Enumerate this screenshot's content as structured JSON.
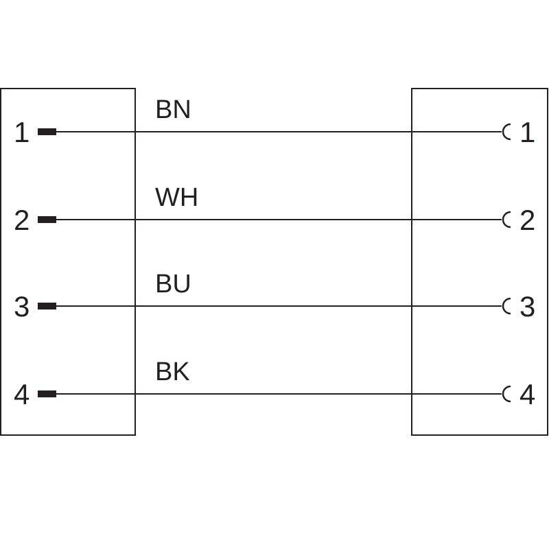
{
  "colors": {
    "ink": "#231f20",
    "background": "#ffffff"
  },
  "left_connector": {
    "pin_type": "male",
    "pins": [
      "1",
      "2",
      "3",
      "4"
    ]
  },
  "right_connector": {
    "pin_type": "female",
    "pins": [
      "1",
      "2",
      "3",
      "4"
    ]
  },
  "wires": [
    {
      "label": "BN",
      "from_pin": "1",
      "to_pin": "1"
    },
    {
      "label": "WH",
      "from_pin": "2",
      "to_pin": "2"
    },
    {
      "label": "BU",
      "from_pin": "3",
      "to_pin": "3"
    },
    {
      "label": "BK",
      "from_pin": "4",
      "to_pin": "4"
    }
  ]
}
